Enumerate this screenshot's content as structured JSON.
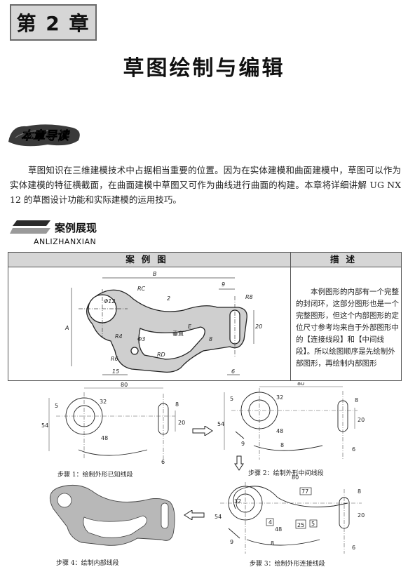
{
  "chapter": {
    "label": "第 2 章"
  },
  "title": "草图绘制与编辑",
  "intro_banner": "本章导读",
  "intro_text": "草图知识在三维建模技术中占据相当重要的位置。因为在实体建模和曲面建模中，草图可以作为实体建模的特征横截面，在曲面建模中草图又可作为曲线进行曲面的构建。本章将详细讲解 UG NX 12 的草图设计功能和实际建模的运用技巧。",
  "case_section": {
    "label": "案例展现",
    "pinyin": "ANLIZHANXIAN"
  },
  "table": {
    "col1": "案例图",
    "col2": "描述",
    "description": "本例图形的内部有一个完整的封闭环，这部分图形也是一个完整图形，但这个内部图形的定位尺寸参考均来自于外部图形中的【连接线段】和【中间线段】。所以绘图顺序是先绘制外部图形，再绘制内部图形",
    "drawing_labels": {
      "B": "B",
      "A": "A",
      "E": "E",
      "RC": "RC",
      "R4": "R4",
      "R6": "R6",
      "R8": "R8",
      "RD": "RD",
      "d12": "Φ12",
      "d3": "Φ3",
      "n9": "9",
      "n8": "8",
      "n20": "20",
      "n6": "6",
      "n15": "15",
      "n2": "2",
      "chuizhi": "垂直"
    }
  },
  "steps": [
    {
      "caption": "步骤 1：绘制外形已知线段",
      "dims": [
        "80",
        "5",
        "32",
        "8",
        "54",
        "20",
        "48",
        "6"
      ]
    },
    {
      "caption": "步骤 2：绘制外形中间线段",
      "dims": [
        "80",
        "5",
        "32",
        "8",
        "54",
        "20",
        "48",
        "9",
        "8",
        "6"
      ]
    },
    {
      "caption": "步骤 3：绘制外形连接线段",
      "dims": [
        "80",
        "77",
        "32",
        "8",
        "54",
        "20",
        "4",
        "48",
        "25",
        "5",
        "9",
        "8",
        "6"
      ]
    },
    {
      "caption": "步骤 4：绘制内部线段"
    }
  ]
}
